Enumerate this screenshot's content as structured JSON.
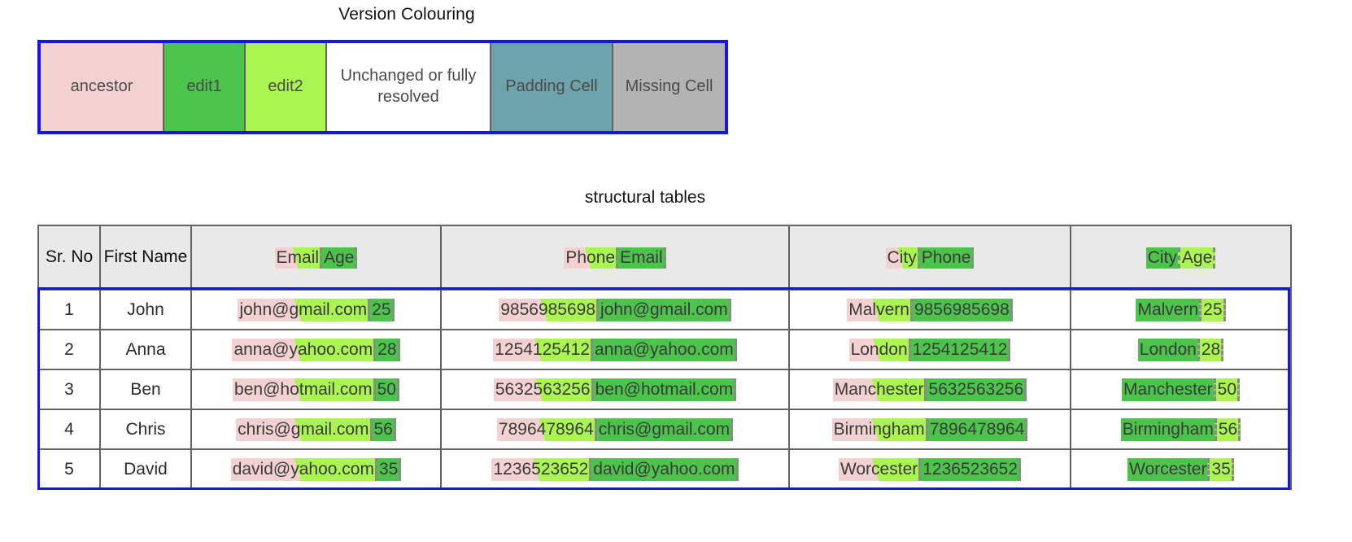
{
  "legend": {
    "title": "Version Colouring",
    "cells": [
      {
        "label": "ancestor",
        "name": "legend-cell-ancestor",
        "color": "#f4d1d1"
      },
      {
        "label": "edit1",
        "name": "legend-cell-edit1",
        "color": "#4cc44c"
      },
      {
        "label": "edit2",
        "name": "legend-cell-edit2",
        "color": "#aaf552"
      },
      {
        "label": "Unchanged or fully resolved",
        "name": "legend-cell-unchanged",
        "color": "#ffffff"
      },
      {
        "label": "Padding Cell",
        "name": "legend-cell-padding",
        "color": "#6fa3ab"
      },
      {
        "label": "Missing Cell",
        "name": "legend-cell-missing",
        "color": "#b3b3b3"
      }
    ],
    "border_color": "#1414ef"
  },
  "tables_section": {
    "title": "structural tables",
    "border_color": "#1414ef",
    "headers": {
      "sr_no": "Sr. No",
      "first_name": "First Name",
      "col3": {
        "left": "Email",
        "right": "Age",
        "left_version": "ancestor-edit2",
        "right_version": "edit1"
      },
      "col4": {
        "left": "Phone",
        "right": "Email",
        "left_version": "ancestor-edit2",
        "right_version": "edit1"
      },
      "col5": {
        "left": "City",
        "right": "Phone",
        "left_version": "ancestor-edit2",
        "right_version": "edit1"
      },
      "col6": {
        "left": "City",
        "right": "Age",
        "left_version": "edit1",
        "right_version": "edit2"
      }
    },
    "rows": [
      {
        "sr_no": "1",
        "first_name": "John",
        "col3": {
          "left": "john@gmail.com",
          "right": "25"
        },
        "col4": {
          "left": "9856985698",
          "right": "john@gmail.com"
        },
        "col5": {
          "left": "Malvern",
          "right": "9856985698"
        },
        "col6": {
          "left": "Malvern",
          "right": "25"
        }
      },
      {
        "sr_no": "2",
        "first_name": "Anna",
        "col3": {
          "left": "anna@yahoo.com",
          "right": "28"
        },
        "col4": {
          "left": "1254125412",
          "right": "anna@yahoo.com"
        },
        "col5": {
          "left": "London",
          "right": "1254125412"
        },
        "col6": {
          "left": "London",
          "right": "28"
        }
      },
      {
        "sr_no": "3",
        "first_name": "Ben",
        "col3": {
          "left": "ben@hotmail.com",
          "right": "50"
        },
        "col4": {
          "left": "5632563256",
          "right": "ben@hotmail.com"
        },
        "col5": {
          "left": "Manchester",
          "right": "5632563256"
        },
        "col6": {
          "left": "Manchester",
          "right": "50"
        }
      },
      {
        "sr_no": "4",
        "first_name": "Chris",
        "col3": {
          "left": "chris@gmail.com",
          "right": "56"
        },
        "col4": {
          "left": "7896478964",
          "right": "chris@gmail.com"
        },
        "col5": {
          "left": "Birmingham",
          "right": "7896478964"
        },
        "col6": {
          "left": "Birmingham",
          "right": "56"
        }
      },
      {
        "sr_no": "5",
        "first_name": "David",
        "col3": {
          "left": "david@yahoo.com",
          "right": "35"
        },
        "col4": {
          "left": "1236523652",
          "right": "david@yahoo.com"
        },
        "col5": {
          "left": "Worcester",
          "right": "1236523652"
        },
        "col6": {
          "left": "Worcester",
          "right": "35"
        }
      }
    ]
  }
}
